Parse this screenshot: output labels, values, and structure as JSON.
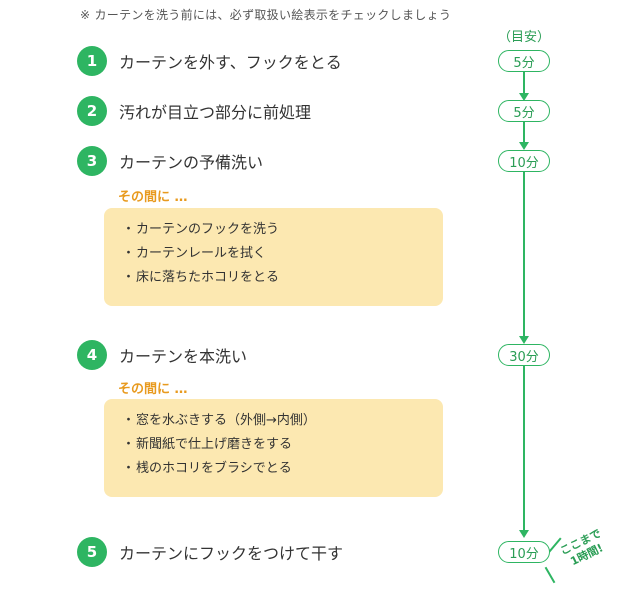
{
  "note": "※ カーテンを洗う前には、必ず取扱い絵表示をチェックしましょう",
  "time_header": "（目安）",
  "steps": [
    {
      "number": "1",
      "label": "カーテンを外す、フックをとる",
      "time": "5分"
    },
    {
      "number": "2",
      "label": "汚れが目立つ部分に前処理",
      "time": "5分"
    },
    {
      "number": "3",
      "label": "カーテンの予備洗い",
      "time": "10分"
    },
    {
      "number": "4",
      "label": "カーテンを本洗い",
      "time": "30分"
    },
    {
      "number": "5",
      "label": "カーテンにフックをつけて干す",
      "time": "10分"
    }
  ],
  "meanwhile_label": "その間に …",
  "bullet": "・",
  "meanwhile_boxes": [
    {
      "items": [
        "カーテンのフックを洗う",
        "カーテンレールを拭く",
        "床に落ちたホコリをとる"
      ]
    },
    {
      "items": [
        "窓を水ぶきする（外側→内側）",
        "新聞紙で仕上げ磨きをする",
        "桟のホコリをブラシでとる"
      ]
    }
  ],
  "end_note": {
    "line1": "ここまで",
    "line2": "1時間!"
  },
  "colors": {
    "accent_green": "#2eb562",
    "accent_orange": "#e89a1e",
    "box_yellow": "#fce8b1"
  }
}
